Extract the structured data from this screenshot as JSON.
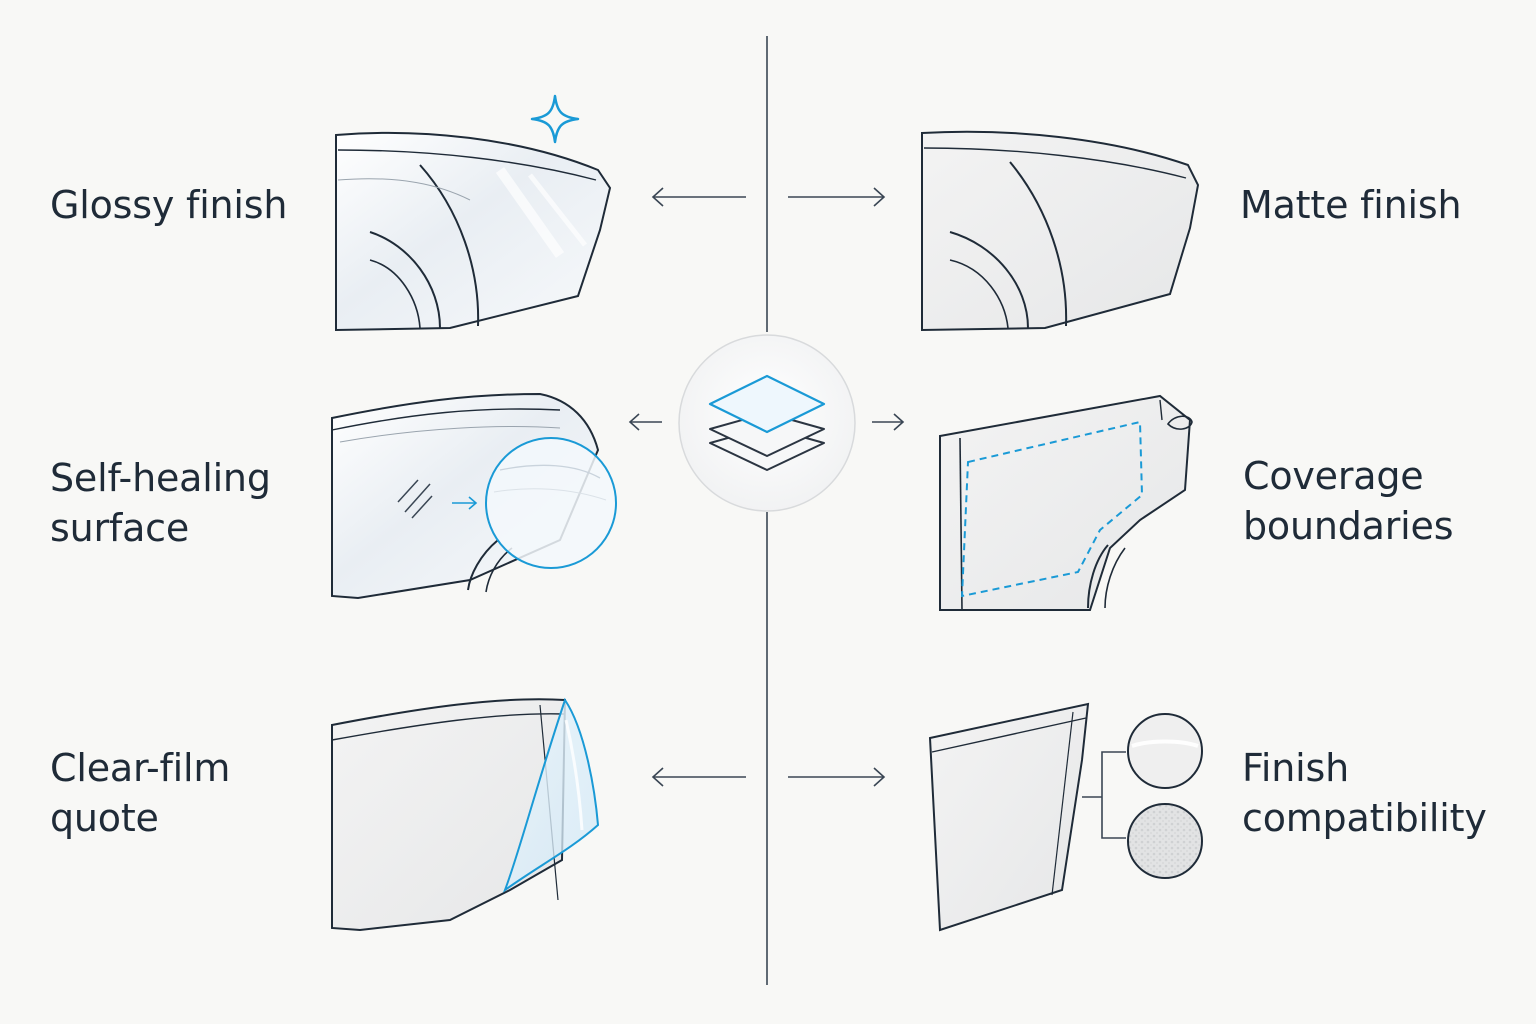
{
  "colors": {
    "background": "#f8f8f6",
    "ink": "#1f2b38",
    "accent": "#1a9ad6",
    "panel": "#eef0f2"
  },
  "center": {
    "icon": "stacked-layers-icon"
  },
  "left_labels": {
    "glossy": {
      "line1": "Glossy finish"
    },
    "self_healing": {
      "line1": "Self-healing",
      "line2": "surface"
    },
    "clear_film": {
      "line1": "Clear-film",
      "line2": "quote"
    }
  },
  "right_labels": {
    "matte": {
      "line1": "Matte finish"
    },
    "coverage": {
      "line1": "Coverage",
      "line2": "boundaries"
    },
    "compat": {
      "line1": "Finish",
      "line2": "compatibility"
    }
  }
}
